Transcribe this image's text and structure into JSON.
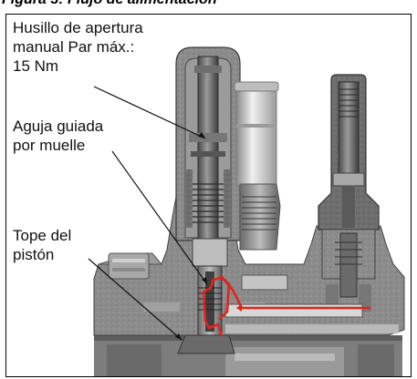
{
  "figure": {
    "title": "Figura 3: Flujo de alimentación"
  },
  "labels": {
    "husillo": {
      "line1": "Husillo de apertura",
      "line2": "manual Par máx.:",
      "line3": "15 Nm"
    },
    "aguja": {
      "line1": "Aguja guiada",
      "line2": "por muelle"
    },
    "tope": {
      "line1": "Tope del",
      "line2": "pistón"
    }
  },
  "colors": {
    "flow_path": "#e0231d",
    "body_gray": "#8f8f8f",
    "dark_steel": "#5a5a5a",
    "light_steel": "#c9c9c9"
  }
}
